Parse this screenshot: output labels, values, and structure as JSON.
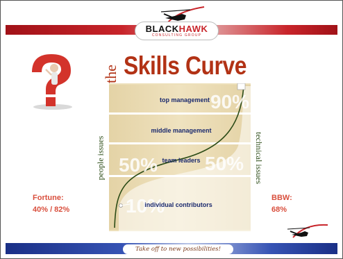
{
  "logo": {
    "main_black": "BLACK",
    "main_red": "HAWK",
    "sub": "CONSULTING GROUP"
  },
  "title": {
    "prefix": "the",
    "main": "Skills Curve"
  },
  "side_labels": {
    "left": "people issues",
    "right": "technical issues"
  },
  "levels": [
    {
      "label": "top management"
    },
    {
      "label": "middle management"
    },
    {
      "label": "team leaders"
    },
    {
      "label": "individual contributors"
    }
  ],
  "percentages": {
    "top": "90%",
    "team_left": "50%",
    "team_right": "50%",
    "individual": "10%"
  },
  "stats_left": {
    "line1": "Fortune:",
    "line2": "40% / 82%"
  },
  "stats_right": {
    "line1": "BBW:",
    "line2": "68%"
  },
  "tagline": "Take off to new possibilities!",
  "colors": {
    "brand_red": "#c8242a",
    "title_brown": "#b23215",
    "label_navy": "#1b2a6e",
    "curve_green": "#2b4b16",
    "band_blue": "#1a2f86"
  }
}
